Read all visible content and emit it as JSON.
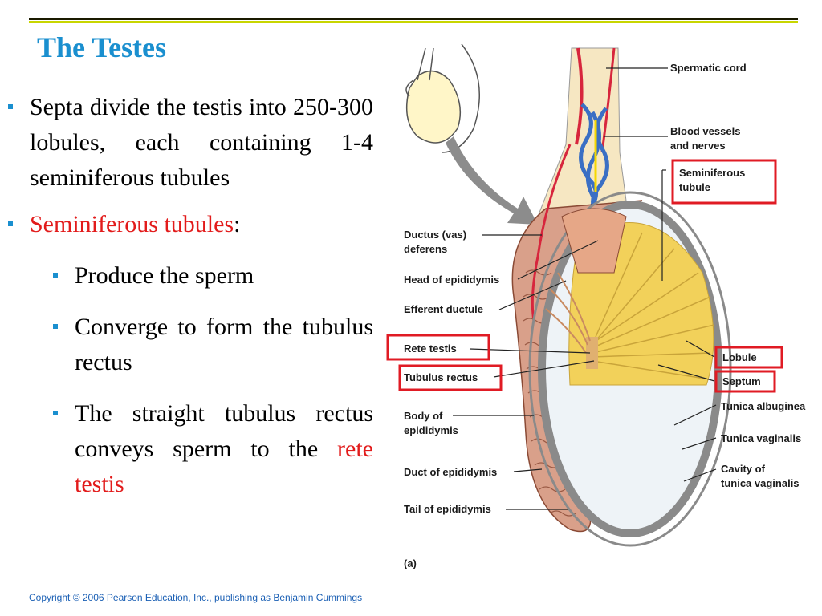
{
  "slide": {
    "title": "The Testes",
    "bullet1": "Septa divide the testis into 250-300 lobules, each containing 1-4 seminiferous tubules",
    "bullet2_red": "Seminiferous tubules",
    "bullet2_rest": ":",
    "sub1": "Produce the sperm",
    "sub2": "Converge to form the tubulus rectus",
    "sub3_start": "The straight tubulus rectus conveys sperm to the ",
    "sub3_red": "rete testis",
    "copyright": "Copyright © 2006 Pearson Education, Inc., publishing as Benjamin Cummings"
  },
  "diagram": {
    "labels": {
      "spermatic_cord": "Spermatic cord",
      "blood_vessels_1": "Blood vessels",
      "blood_vessels_2": "and nerves",
      "seminiferous_1": "Seminiferous",
      "seminiferous_2": "tubule",
      "ductus_1": "Ductus (vas)",
      "ductus_2": "deferens",
      "head_epididymis": "Head of epididymis",
      "efferent_ductule": "Efferent ductule",
      "rete_testis": "Rete testis",
      "tubulus_rectus": "Tubulus rectus",
      "lobule": "Lobule",
      "septum": "Septum",
      "tunica_albuginea": "Tunica albuginea",
      "body_1": "Body of",
      "body_2": "epididymis",
      "tunica_vaginalis": "Tunica vaginalis",
      "duct_epididymis": "Duct of epididymis",
      "cavity_1": "Cavity of",
      "cavity_2": "tunica vaginalis",
      "tail_epididymis": "Tail of epididymis",
      "panel": "(a)"
    },
    "colors": {
      "highlight_box": "#e01b24",
      "epididymis": "#d9a08a",
      "lobule": "#f2d15a",
      "tunica": "#8a8a8a",
      "artery": "#d7263d",
      "vein": "#3a6fc4",
      "cord": "#f6e7c2"
    }
  }
}
